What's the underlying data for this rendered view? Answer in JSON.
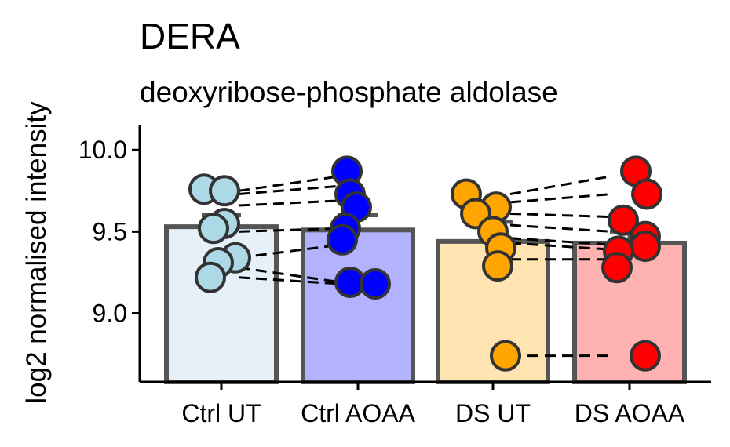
{
  "chart_data": {
    "type": "bar",
    "title": "DERA",
    "subtitle": "deoxyribose-phosphate aldolase",
    "ylabel": "log2 normalised intensity",
    "xlabel": "",
    "ylim": [
      8.58,
      10.15
    ],
    "yticks": [
      9.0,
      9.5,
      10.0
    ],
    "ytick_labels": [
      "9.0",
      "9.5",
      "10.0"
    ],
    "categories": [
      "Ctrl UT",
      "Ctrl AOAA",
      "DS UT",
      "DS AOAA"
    ],
    "values": [
      9.53,
      9.51,
      9.44,
      9.43
    ],
    "error_upper": [
      9.6,
      9.6,
      9.56,
      9.5
    ],
    "colors": {
      "bar_fills": [
        "#e6f0f8",
        "#b2b2ff",
        "#ffe4b2",
        "#ffb2b2"
      ],
      "point_fills": [
        "#add8e6",
        "#0000ff",
        "#ffa500",
        "#ff0000"
      ],
      "outline": "#555555"
    },
    "points": [
      [
        9.76,
        9.75,
        9.55,
        9.52,
        9.34,
        9.31,
        9.22
      ],
      [
        9.87,
        9.73,
        9.65,
        9.52,
        9.45,
        9.19,
        9.18
      ],
      [
        9.73,
        9.65,
        9.61,
        9.5,
        9.4,
        9.29,
        8.74
      ],
      [
        9.87,
        9.73,
        9.57,
        9.47,
        9.41,
        9.38,
        9.28,
        8.74
      ]
    ],
    "paired_lines": [
      {
        "from": [
          0,
          9.75
        ],
        "to": [
          1,
          9.84
        ]
      },
      {
        "from": [
          0,
          9.73
        ],
        "to": [
          1,
          9.78
        ]
      },
      {
        "from": [
          0,
          9.66
        ],
        "to": [
          1,
          9.69
        ]
      },
      {
        "from": [
          0,
          9.5
        ],
        "to": [
          1,
          9.52
        ]
      },
      {
        "from": [
          0,
          9.34
        ],
        "to": [
          1,
          9.42
        ]
      },
      {
        "from": [
          0,
          9.28
        ],
        "to": [
          1,
          9.19
        ]
      },
      {
        "from": [
          0,
          9.22
        ],
        "to": [
          1,
          9.18
        ]
      },
      {
        "from": [
          2,
          9.73
        ],
        "to": [
          3,
          9.84
        ]
      },
      {
        "from": [
          2,
          9.68
        ],
        "to": [
          3,
          9.73
        ]
      },
      {
        "from": [
          2,
          9.61
        ],
        "to": [
          3,
          9.59
        ]
      },
      {
        "from": [
          2,
          9.54
        ],
        "to": [
          3,
          9.5
        ]
      },
      {
        "from": [
          2,
          9.46
        ],
        "to": [
          3,
          9.42
        ]
      },
      {
        "from": [
          2,
          9.43
        ],
        "to": [
          3,
          9.39
        ]
      },
      {
        "from": [
          2,
          9.33
        ],
        "to": [
          3,
          9.33
        ]
      },
      {
        "from": [
          2,
          8.74
        ],
        "to": [
          3,
          8.74
        ]
      }
    ],
    "grid": false,
    "legend": "none"
  }
}
